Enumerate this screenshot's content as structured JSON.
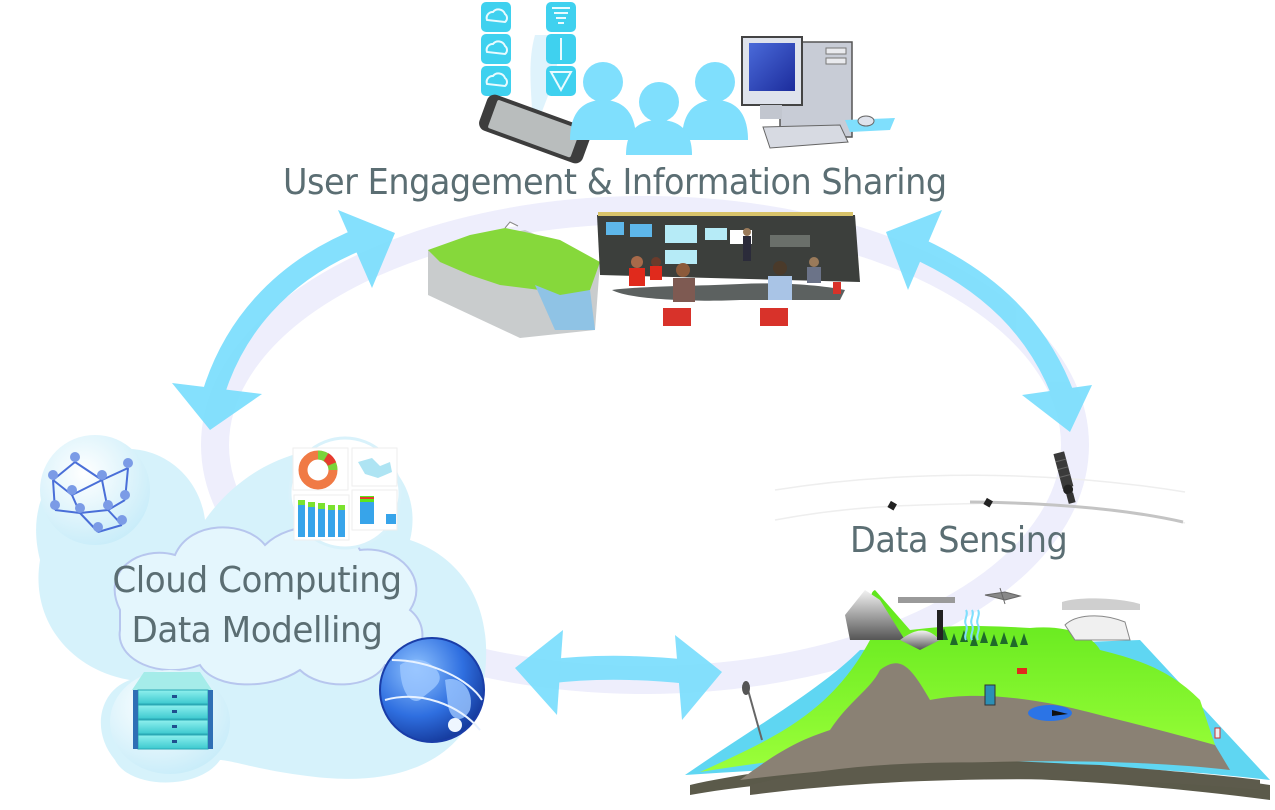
{
  "diagram": {
    "title": "Environmental data cycle",
    "nodes": [
      {
        "id": "user-engagement",
        "label": "User Engagement & Information Sharing"
      },
      {
        "id": "data-sensing",
        "label": "Data Sensing"
      },
      {
        "id": "cloud-computing",
        "label_line1": "Cloud Computing",
        "label_line2": "Data Modelling"
      }
    ],
    "edges": [
      {
        "from": "user-engagement",
        "to": "cloud-computing",
        "type": "bidirectional"
      },
      {
        "from": "user-engagement",
        "to": "data-sensing",
        "type": "bidirectional"
      },
      {
        "from": "cloud-computing",
        "to": "data-sensing",
        "type": "bidirectional"
      }
    ],
    "icons": {
      "weather_icons": [
        "snow-cloud-icon",
        "rain-cloud-icon",
        "storm-cloud-icon",
        "tornado-icon",
        "wheat-icon",
        "warning-triangle-icon"
      ],
      "user_devices": [
        "smartphone-icon",
        "users-group-icon",
        "desktop-computer-icon"
      ],
      "engagement_images": [
        "3d-terrain-model",
        "control-room-meeting"
      ],
      "cloud_items": [
        "social-network-icon",
        "dashboard-charts",
        "server-rack-icon",
        "globe-icon"
      ],
      "sensing_items": [
        "satellite-icon",
        "landscape-sensor-network"
      ]
    },
    "colors": {
      "arrow": "#7fdffd",
      "ring": "#eeeefc",
      "text": "#5b6e73",
      "cloud_fill": "#d4f1fb"
    }
  }
}
